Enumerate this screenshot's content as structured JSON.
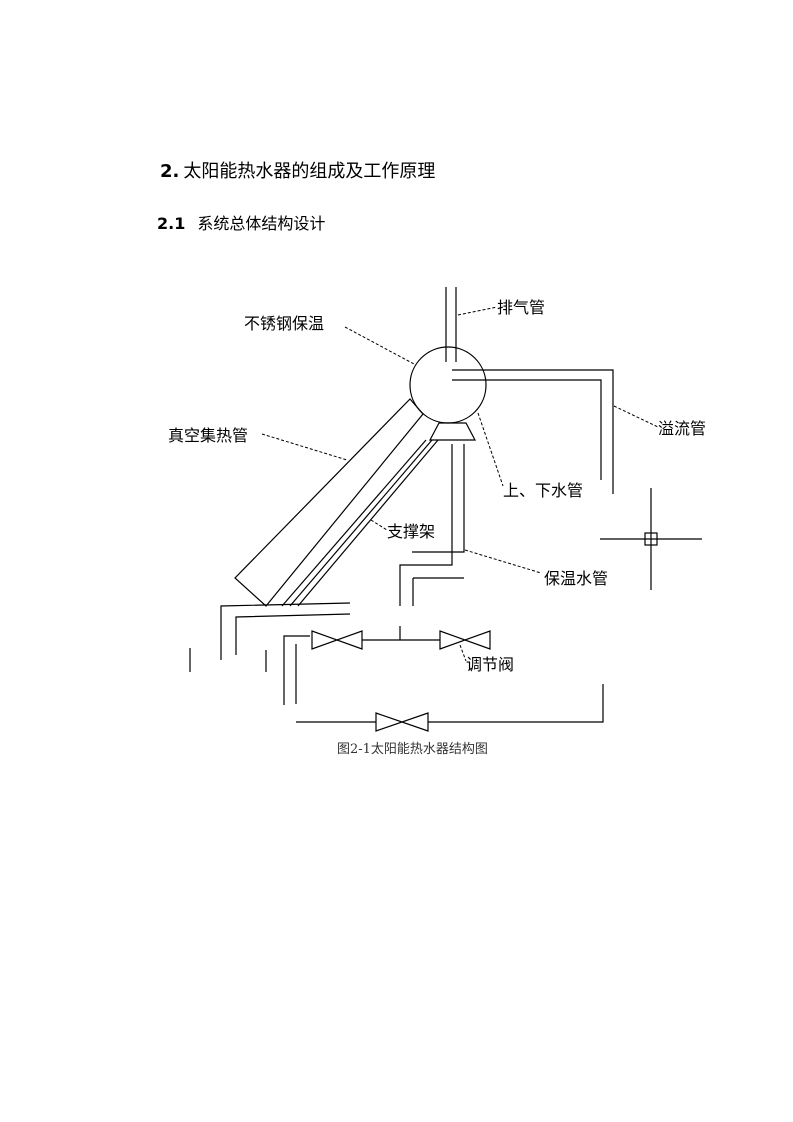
{
  "section": {
    "number": "2.",
    "title": "太阳能热水器的组成及工作原理"
  },
  "subsection": {
    "number": "2.1",
    "title": "系统总体结构设计"
  },
  "diagram": {
    "labels": {
      "exhaust_pipe": "排气管",
      "stainless_insulation": "不锈钢保温",
      "vacuum_tube": "真空集热管",
      "overflow_pipe": "溢流管",
      "up_down_pipe": "上、下水管",
      "support_frame": "支撑架",
      "insulated_water_pipe": "保温水管",
      "regulating_valve": "调节阀"
    },
    "caption": "图2-1太阳能热水器结构图"
  }
}
